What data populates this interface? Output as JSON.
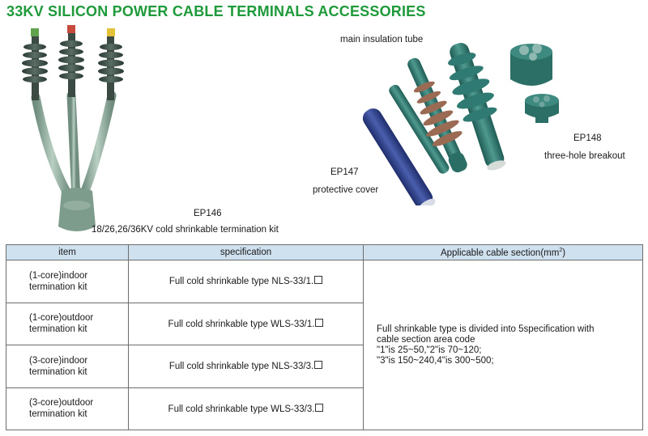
{
  "title": "33KV SILICON POWER CABLE TERMINALS ACCESSORIES",
  "captions": {
    "main_tube": "main insulation tube",
    "ep148_code": "EP148",
    "ep148_desc": "three-hole breakout",
    "ep147_code": "EP147",
    "ep147_desc": "protective cover",
    "ep146_code": "EP146",
    "ep146_desc": "18/26,26/36KV cold shrinkable termination kit"
  },
  "table": {
    "headers": {
      "item": "item",
      "spec": "specification",
      "section": "Applicable cable section(mm",
      "section_sup": "2",
      "section_close": ")"
    },
    "rows": [
      {
        "item": "(1-core)indoor\ntermination kit",
        "spec": "Full cold shrinkable type NLS-33/1."
      },
      {
        "item": "(1-core)outdoor\ntermination kit",
        "spec": "Full cold shrinkable type WLS-33/1."
      },
      {
        "item": "(3-core)indoor\ntermination kit",
        "spec": "Full cold shrinkable type NLS-33/3."
      },
      {
        "item": "(3-core)outdoor\ntermination kit",
        "spec": "Full cold shrinkable type WLS-33/3."
      }
    ],
    "section_text": "Full shrinkable type is divided into 5specification with\ncable section area code\n\"1\"is 25~50,\"2\"is 70~120;\n\"3\"is 150~240,4\"is 300~500;"
  },
  "colors": {
    "title": "#1e9a3a",
    "header_bg": "#cfe0ef",
    "rubber_teal": "#2f7a72",
    "cover_blue": "#2c3f86",
    "termination_green": "#8aa896"
  }
}
